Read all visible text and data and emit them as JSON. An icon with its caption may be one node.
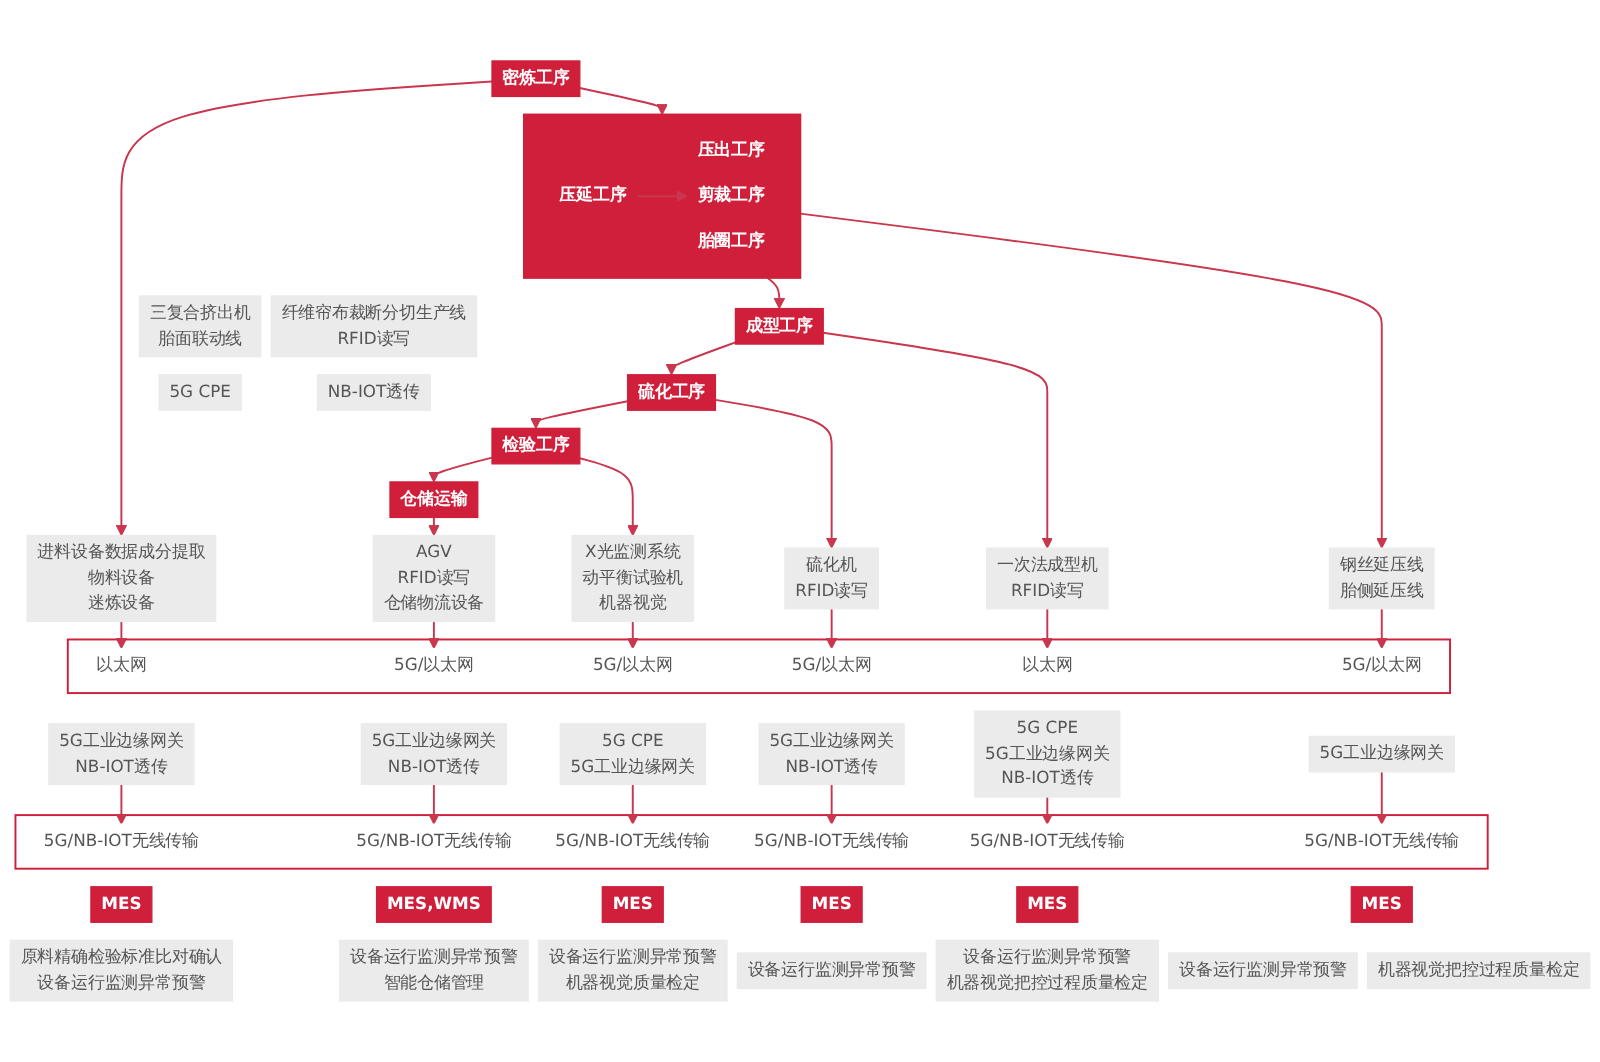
{
  "diagram": {
    "nodes": [
      {
        "text": [
          "密炼工序"
        ]
      },
      {
        "text": [],
        "shape": "box"
      },
      {
        "text": [
          "压出工序"
        ],
        "in": 1
      },
      {
        "text": [
          "胎圈工序"
        ],
        "in": 1
      },
      {
        "text": [
          "压延工序"
        ],
        "in": 1
      },
      {
        "text": [
          "剪裁工序"
        ],
        "in": 1
      },
      {
        "text": [
          "成型工序"
        ]
      },
      {
        "text": [
          "硫化工序"
        ]
      },
      {
        "text": [
          "检验工序"
        ]
      },
      {
        "text": [
          "仓储运输"
        ]
      },
      {
        "text": [
          "进料设备数据成分提取",
          "物料设备",
          "迷炼设备"
        ]
      },
      {
        "text": [
          "三复合挤出机",
          "胎面联动线"
        ]
      },
      {
        "text": [
          "钢丝延压线",
          "胎侧延压线"
        ]
      },
      {
        "text": [
          "纤维帘布裁断分切生产线",
          "RFID读写"
        ]
      },
      {
        "text": [
          "一次法成型机",
          "RFID读写"
        ]
      },
      {
        "text": [
          "硫化机",
          "RFID读写"
        ]
      },
      {
        "text": [
          "X光监测系统",
          "动平衡试验机",
          "机器视觉"
        ]
      },
      {
        "text": [
          "AGV",
          "RFID读写",
          "仓储物流设备"
        ]
      },
      {
        "text": [],
        "shape": "box"
      },
      {
        "text": [
          "以太网"
        ],
        "in": 18
      },
      {
        "text": [
          "5G/以太网"
        ],
        "in": 18
      },
      {
        "text": [
          "以太网"
        ],
        "in": 18
      },
      {
        "text": [
          "5G/以太网"
        ],
        "in": 18
      },
      {
        "text": [
          "5G/以太网"
        ],
        "in": 18
      },
      {
        "text": [
          "5G/以太网"
        ],
        "in": 18
      },
      {
        "text": [
          "5G工业边缘网关",
          "NB-IOT透传"
        ]
      },
      {
        "text": [
          "5G CPE"
        ]
      },
      {
        "text": [
          "5G工业边缘网关"
        ]
      },
      {
        "text": [
          "NB-IOT透传"
        ]
      },
      {
        "text": [
          "5G CPE",
          "5G工业边缘网关",
          "NB-IOT透传"
        ]
      },
      {
        "text": [
          "5G工业边缘网关",
          "NB-IOT透传"
        ]
      },
      {
        "text": [
          "5G CPE",
          "5G工业边缘网关"
        ]
      },
      {
        "text": [
          "5G工业边缘网关",
          "NB-IOT透传"
        ]
      },
      {
        "text": [],
        "shape": "box"
      },
      {
        "text": [
          "5G/NB-IOT无线传输"
        ],
        "in": 33
      },
      {
        "text": [
          "5G/NB-IOT无线传输"
        ],
        "in": 33
      },
      {
        "text": [
          "5G/NB-IOT无线传输"
        ],
        "in": 33
      },
      {
        "text": [
          "5G/NB-IOT无线传输"
        ],
        "in": 33
      },
      {
        "text": [
          "5G/NB-IOT无线传输"
        ],
        "in": 33
      },
      {
        "text": [
          "5G/NB-IOT无线传输"
        ],
        "in": 33
      },
      {
        "text": [
          "MES"
        ]
      },
      {
        "text": [
          "原料精确检验标准比对确认",
          "设备运行监测异常预警"
        ]
      },
      {
        "text": [
          "MES"
        ]
      },
      {
        "text": [
          "设备运行监测异常预警"
        ]
      },
      {
        "text": [
          "机器视觉把控过程质量检定"
        ]
      },
      {
        "text": [
          "MES"
        ]
      },
      {
        "text": [
          "设备运行监测异常预警",
          "机器视觉把控过程质量检定"
        ]
      },
      {
        "text": [
          "MES"
        ]
      },
      {
        "text": [
          "设备运行监测异常预警"
        ]
      },
      {
        "text": [
          "MES"
        ]
      },
      {
        "text": [
          "设备运行监测异常预警",
          "机器视觉质量检定"
        ]
      },
      {
        "text": [
          "MES,WMS"
        ]
      },
      {
        "text": [
          "设备运行监测异常预警",
          "智能仓储管理"
        ]
      }
    ],
    "edges": [
      {
        "from": 0,
        "to": 1,
        "arrow": "to"
      },
      {
        "from": 1,
        "to": 6,
        "arrow": "to"
      },
      {
        "from": 6,
        "to": 7,
        "arrow": "to"
      },
      {
        "from": 7,
        "to": 8,
        "arrow": "to"
      },
      {
        "from": 8,
        "to": 9,
        "arrow": "to"
      },
      {
        "from": 4,
        "to": 5,
        "arrow": "to"
      },
      {
        "from": 0,
        "to": 10,
        "arrow": "to"
      },
      {
        "from": 1,
        "to": 12,
        "arrow": "to"
      },
      {
        "from": 6,
        "to": 14,
        "arrow": "to"
      },
      {
        "from": 7,
        "to": 15,
        "arrow": "to"
      },
      {
        "from": 8,
        "to": 16,
        "arrow": "to"
      },
      {
        "from": 9,
        "to": 17,
        "arrow": "to"
      },
      {
        "from": 10,
        "to": 19,
        "arrow": "to"
      },
      {
        "from": 12,
        "to": 20,
        "arrow": "to"
      },
      {
        "from": 14,
        "to": 21,
        "arrow": "to"
      },
      {
        "from": 15,
        "to": 22,
        "arrow": "to"
      },
      {
        "from": 16,
        "to": 23,
        "arrow": "to"
      },
      {
        "from": 17,
        "to": 24,
        "arrow": "to"
      },
      {
        "from": 25,
        "to": 34,
        "arrow": "to"
      },
      {
        "from": 27,
        "to": 35,
        "arrow": "to"
      },
      {
        "from": 29,
        "to": 36,
        "arrow": "to"
      },
      {
        "from": 30,
        "to": 37,
        "arrow": "to"
      },
      {
        "from": 31,
        "to": 38,
        "arrow": "to"
      },
      {
        "from": 32,
        "to": 39,
        "arrow": "to"
      }
    ]
  }
}
